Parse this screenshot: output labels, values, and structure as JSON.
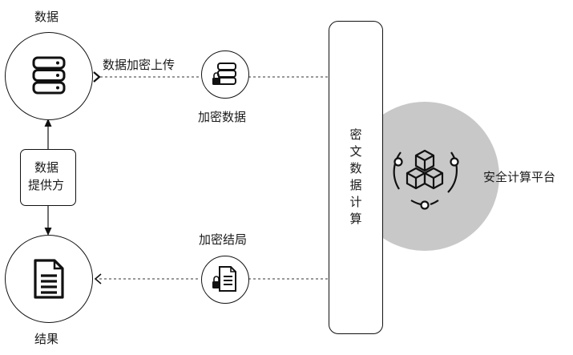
{
  "nodes": {
    "data_title": "数据",
    "result_title": "结果",
    "provider_line1": "数据",
    "provider_line2": "提供方",
    "upload_label": "数据加密上传",
    "encrypted_data": "加密数据",
    "encrypted_result": "加密结局",
    "cipher_compute": "密文数据计算",
    "platform": "安全计算平台"
  },
  "icons": {
    "data": "database-icon",
    "result": "document-icon",
    "encrypted_data": "locked-database-icon",
    "encrypted_result": "locked-document-icon",
    "platform": "cubes-icon"
  },
  "colors": {
    "platform_fill": "#c8c8c8",
    "stroke": "#111111"
  }
}
